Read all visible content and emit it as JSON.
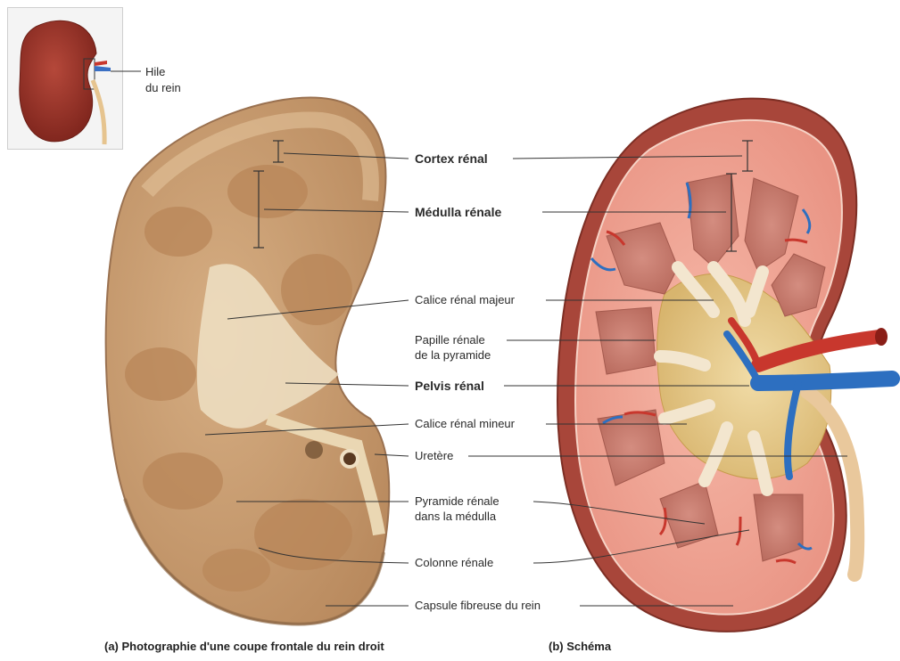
{
  "inset": {
    "hilum_label_line1": "Hile",
    "hilum_label_line2": "du rein"
  },
  "labels": {
    "cortex": "Cortex rénal",
    "medulla": "Médulla rénale",
    "major_calyx": "Calice rénal majeur",
    "papilla_line1": "Papille rénale",
    "papilla_line2": "de la pyramide",
    "pelvis": "Pelvis rénal",
    "minor_calyx": "Calice rénal mineur",
    "ureter": "Uretère",
    "pyramid_line1": "Pyramide rénale",
    "pyramid_line2": "dans la médulla",
    "column": "Colonne rénale",
    "capsule": "Capsule fibreuse du rein"
  },
  "captions": {
    "photo": "(a) Photographie d'une coupe frontale du rein droit",
    "schema": "(b) Schéma"
  },
  "colors": {
    "photo_tissue": "#c9a27a",
    "photo_cortex": "#d8b48c",
    "schema_cortex": "#f0a99a",
    "schema_capsule": "#a8463a",
    "pyramid": "#c67a6c",
    "sinus_fat": "#f3cf6a",
    "artery": "#c8372d",
    "vein": "#2d6fc0",
    "ureter": "#e9c89c"
  }
}
